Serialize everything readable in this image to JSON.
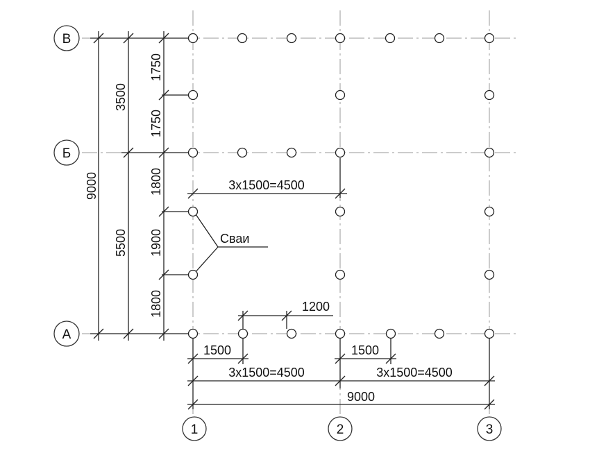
{
  "axes": {
    "rows": [
      {
        "id": "row-v",
        "label": "В"
      },
      {
        "id": "row-b",
        "label": "Б"
      },
      {
        "id": "row-a",
        "label": "А"
      }
    ],
    "cols": [
      {
        "id": "col-1",
        "label": "1"
      },
      {
        "id": "col-2",
        "label": "2"
      },
      {
        "id": "col-3",
        "label": "3"
      }
    ]
  },
  "dims": {
    "total_vertical": "9000",
    "upper_span": "3500",
    "lower_span": "5500",
    "seg_1750_top": "1750",
    "seg_1750_bottom": "1750",
    "seg_1800_top": "1800",
    "seg_1900": "1900",
    "seg_1800_bottom": "1800",
    "inner_row_b": "3x1500=4500",
    "pile_gap": "1200",
    "bottom_1500_left": "1500",
    "bottom_1500_right": "1500",
    "bottom_4500_left": "3x1500=4500",
    "bottom_4500_right": "3x1500=4500",
    "total_horizontal": "9000"
  },
  "callout": {
    "label": "Сваи"
  }
}
